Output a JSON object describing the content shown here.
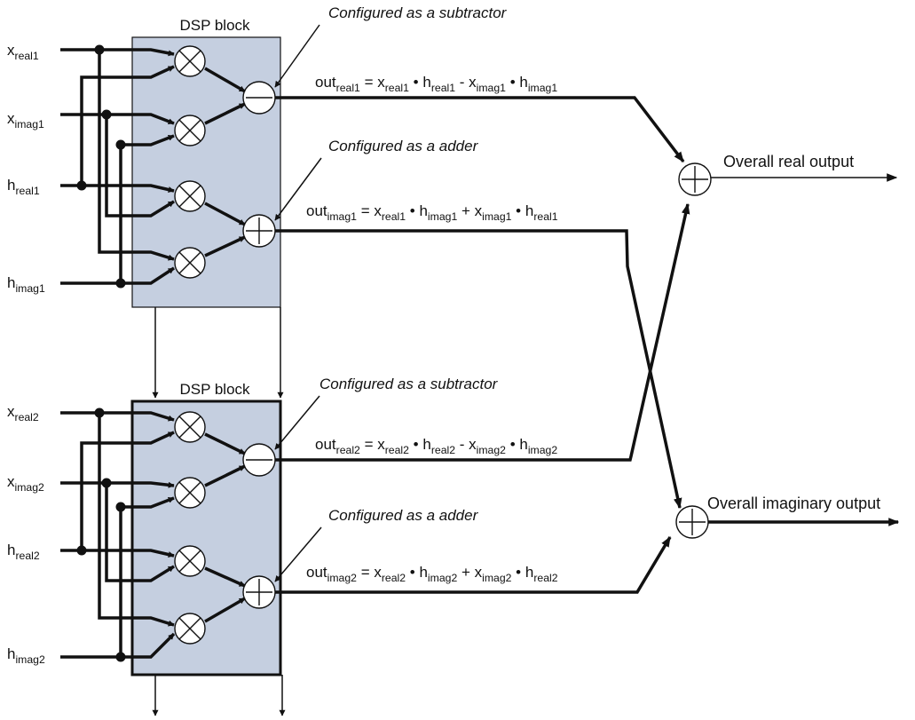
{
  "blocks": [
    {
      "title": "DSP block",
      "inputs": [
        {
          "base": "x",
          "sub": "real1"
        },
        {
          "base": "x",
          "sub": "imag1"
        },
        {
          "base": "h",
          "sub": "real1"
        },
        {
          "base": "h",
          "sub": "imag1"
        }
      ],
      "notes": {
        "subtractor": "Configured as a subtractor",
        "adder": "Configured as a adder"
      },
      "equations": {
        "real": [
          {
            "t": "out"
          },
          {
            "s": "real1"
          },
          {
            "t": " = x"
          },
          {
            "s": "real1"
          },
          {
            "t": " * h"
          },
          {
            "s": "real1"
          },
          {
            "t": " - x"
          },
          {
            "s": "imag1"
          },
          {
            "t": " * h"
          },
          {
            "s": "imag1"
          }
        ],
        "imag": [
          {
            "t": "out"
          },
          {
            "s": "imag1"
          },
          {
            "t": " = x"
          },
          {
            "s": "real1"
          },
          {
            "t": " * h"
          },
          {
            "s": "imag1"
          },
          {
            "t": " + x"
          },
          {
            "s": "imag1"
          },
          {
            "t": " * h"
          },
          {
            "s": "real1"
          }
        ]
      }
    },
    {
      "title": "DSP block",
      "inputs": [
        {
          "base": "x",
          "sub": "real2"
        },
        {
          "base": "x",
          "sub": "imag2"
        },
        {
          "base": "h",
          "sub": "real2"
        },
        {
          "base": "h",
          "sub": "imag2"
        }
      ],
      "notes": {
        "subtractor": "Configured as a subtractor",
        "adder": "Configured as a adder"
      },
      "equations": {
        "real": [
          {
            "t": "out"
          },
          {
            "s": "real2"
          },
          {
            "t": " = x"
          },
          {
            "s": "real2"
          },
          {
            "t": " * h"
          },
          {
            "s": "real2"
          },
          {
            "t": " - x"
          },
          {
            "s": "imag2"
          },
          {
            "t": " * h"
          },
          {
            "s": "imag2"
          }
        ],
        "imag": [
          {
            "t": "out"
          },
          {
            "s": "imag2"
          },
          {
            "t": " = x"
          },
          {
            "s": "real2"
          },
          {
            "t": " * h"
          },
          {
            "s": "imag2"
          },
          {
            "t": " + x"
          },
          {
            "s": "imag2"
          },
          {
            "t": " * h"
          },
          {
            "s": "real2"
          }
        ]
      }
    }
  ],
  "outputs": {
    "real": "Overall real output",
    "imag": "Overall imaginary output"
  },
  "colors": {
    "block_fill": "#c5cfe0",
    "line": "#111111"
  }
}
